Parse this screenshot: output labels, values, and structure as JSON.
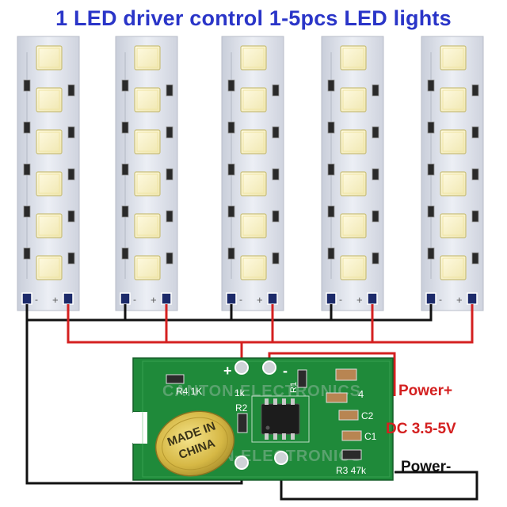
{
  "title": "1 LED driver control 1-5pcs LED lights",
  "labels": {
    "power_plus": "Power+",
    "dc_range": "DC 3.5-5V",
    "power_minus": "Power-"
  },
  "strip": {
    "led_count": 6,
    "pad_signs": [
      "-",
      "+"
    ]
  },
  "strip_count": 5,
  "module": {
    "silkscreen_top": "CANTON-ELECTRONICS",
    "silkscreen_bottom": "CANTON-ELECTRONICS",
    "r4": "R4 1K",
    "r1": "R1",
    "r2": "R2",
    "r3": "R3 47k",
    "c1": "C1",
    "c2": "C2",
    "k1": "1k",
    "plus": "+",
    "minus": "-",
    "pin4": "4",
    "seal": "MADE IN CHINA"
  },
  "colors": {
    "title": "#2a35c8",
    "power_plus": "#d42020",
    "dc_range": "#d42020",
    "power_minus": "#111111",
    "wire_red": "#d42020",
    "wire_black": "#111111",
    "pcb_green": "#1f8a3a",
    "strip_board": "#dfe3ec",
    "led": "#f7f1cf"
  }
}
